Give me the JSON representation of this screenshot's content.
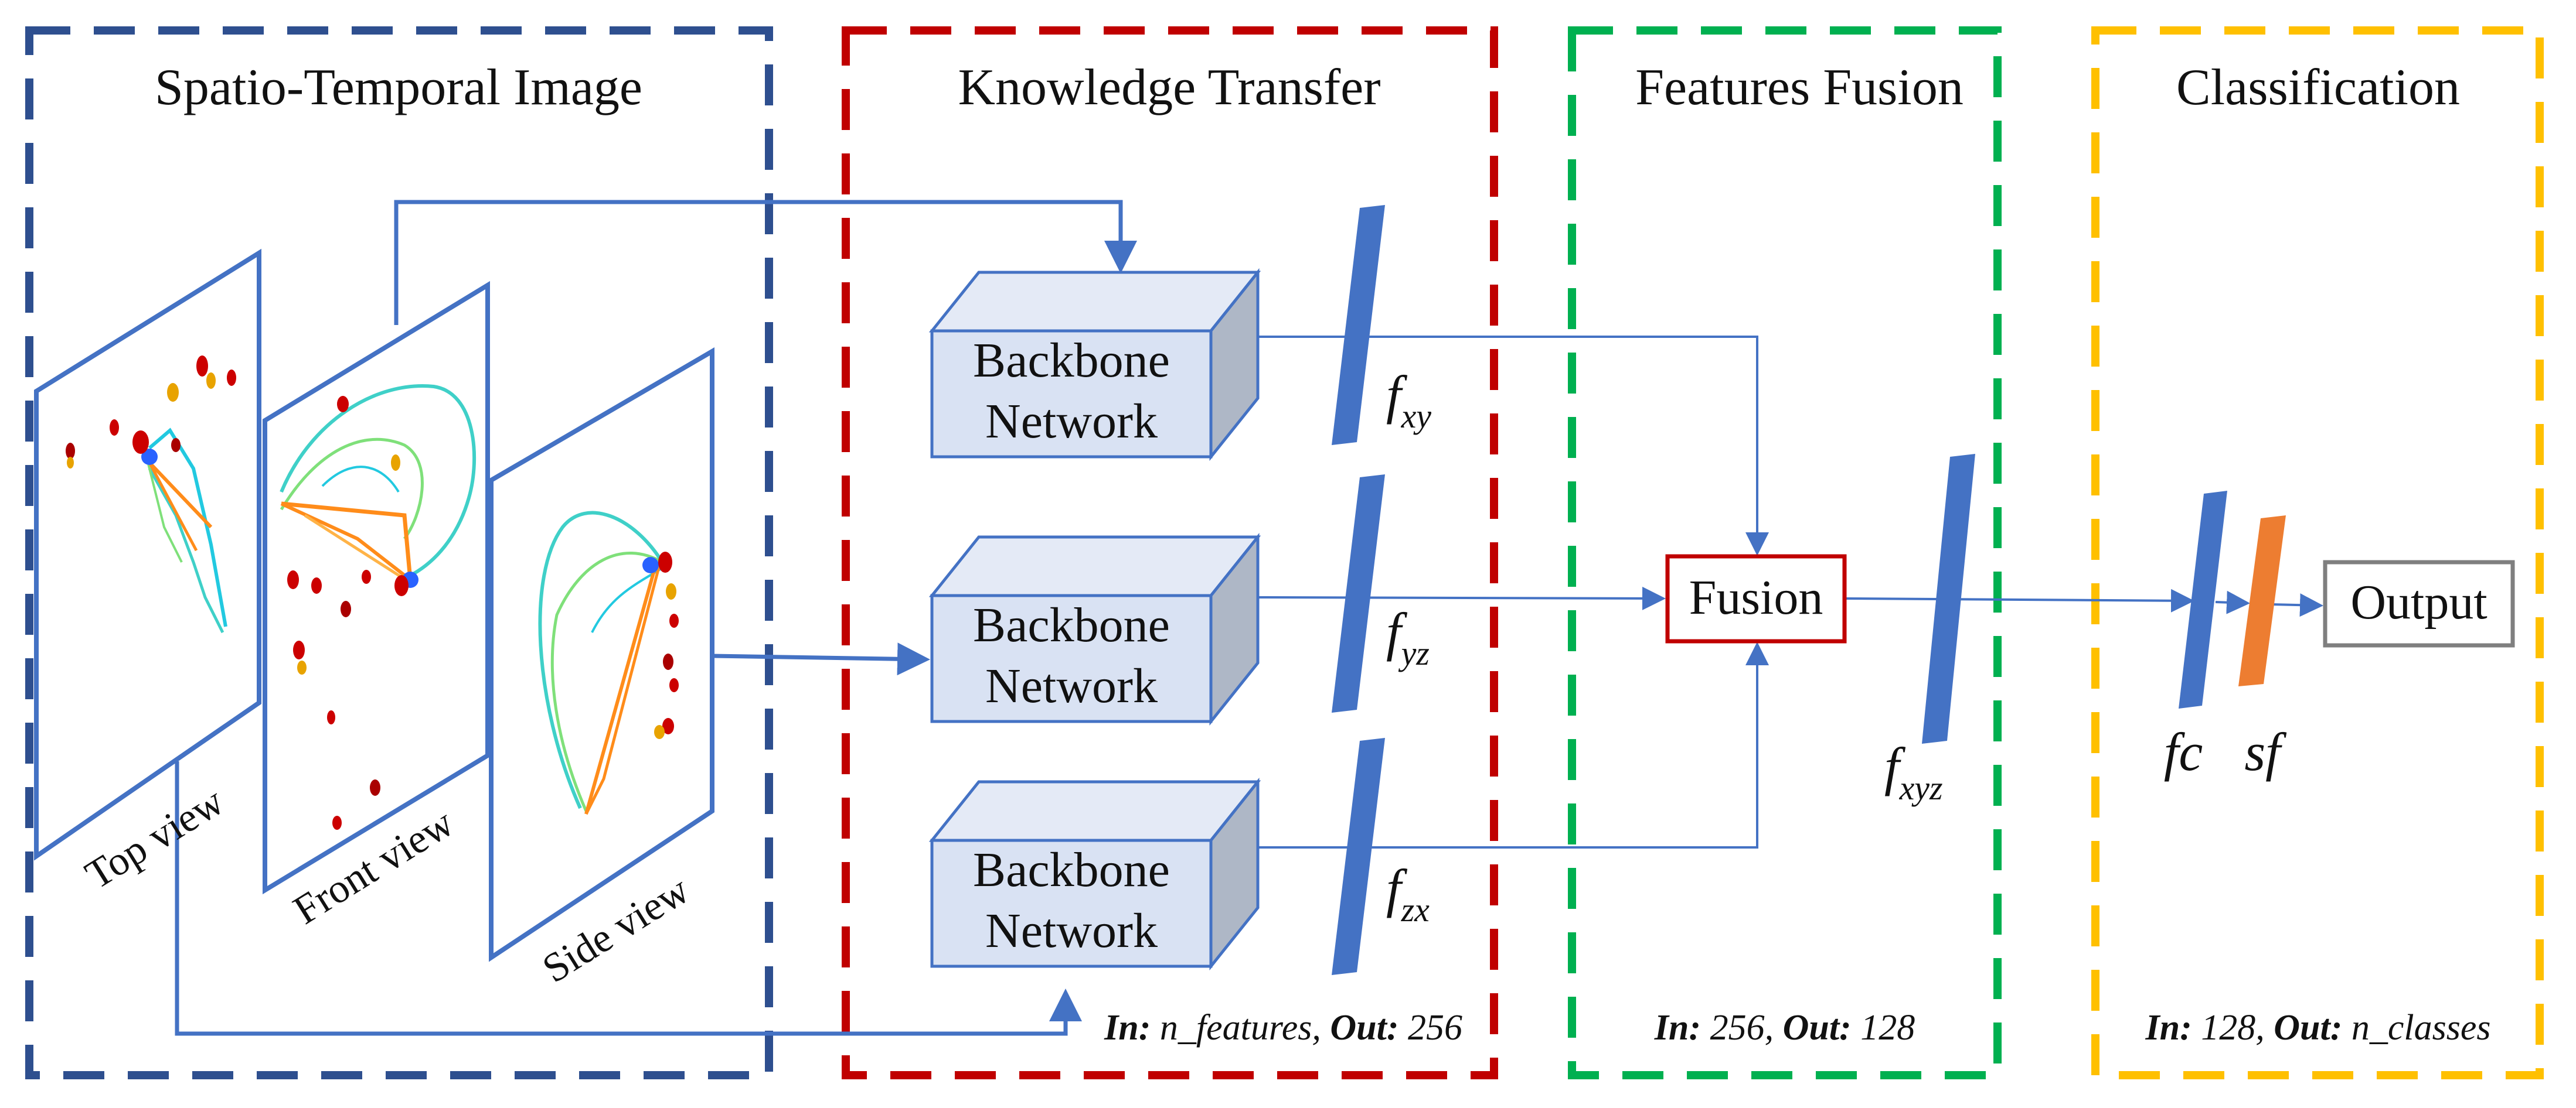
{
  "stages": {
    "spatio_temporal": {
      "title": "Spatio-Temporal Image",
      "border_color": "#2e4f8f",
      "views": [
        "Top view",
        "Front view",
        "Side view"
      ]
    },
    "knowledge_transfer": {
      "title": "Knowledge Transfer",
      "border_color": "#c00000",
      "backbones": [
        {
          "line1": "Backbone",
          "line2": "Network"
        },
        {
          "line1": "Backbone",
          "line2": "Network"
        },
        {
          "line1": "Backbone",
          "line2": "Network"
        }
      ],
      "features": [
        {
          "base": "f",
          "sub": "xy"
        },
        {
          "base": "f",
          "sub": "yz"
        },
        {
          "base": "f",
          "sub": "zx"
        }
      ],
      "io": {
        "in_label": "In:",
        "in_value": " n_features, ",
        "out_label": "Out:",
        "out_value": " 256"
      }
    },
    "features_fusion": {
      "title": "Features Fusion",
      "border_color": "#00b050",
      "fusion_label": "Fusion",
      "fusion_color": "#c00000",
      "feature": {
        "base": "f",
        "sub": "xyz"
      },
      "io": {
        "in_label": "In:",
        "in_value": " 256, ",
        "out_label": "Out:",
        "out_value": " 128"
      }
    },
    "classification": {
      "title": "Classification",
      "border_color": "#ffc000",
      "fc_label": "fc",
      "sf_label": "sf",
      "output_label": "Output",
      "io": {
        "in_label": "In:",
        "in_value": " 128, ",
        "out_label": "Out:",
        "out_value": " n_classes"
      }
    }
  },
  "colors": {
    "arrow": "#4472c4",
    "feature_bar": "#4472c4",
    "softmax_bar": "#ed7d31",
    "box_face": "#d9e2f3",
    "box_side": "#aeb7c6",
    "box_border": "#4472c4",
    "output_border": "#7f7f7f"
  }
}
